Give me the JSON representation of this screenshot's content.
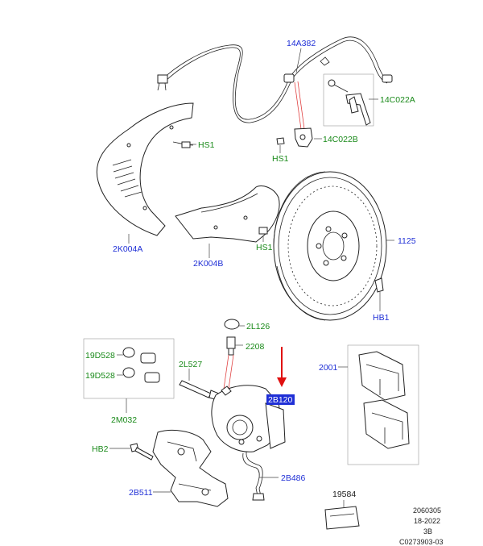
{
  "callouts": {
    "sensor_harness": "14A382",
    "bracket_a": "14C022A",
    "bracket_b": "14C022B",
    "hs1_shield": "HS1",
    "hs1_bracket": "HS1",
    "hs1_small_shield": "HS1",
    "shield_large": "2K004A",
    "shield_small": "2K004B",
    "disc": "1125",
    "hb1": "HB1",
    "bleed_cap": "2L126",
    "bleed_screw": "2208",
    "guide_pin": "2L527",
    "boot_1": "19D528",
    "boot_2": "19D528",
    "seal_kit": "2M032",
    "caliper": "2B120",
    "pads": "2001",
    "hb2": "HB2",
    "carrier": "2B511",
    "pipe": "2B486",
    "sachet": "19584"
  },
  "reference": {
    "line1": "2060305",
    "line2": "18-2022",
    "line3": "3B",
    "line4": "C0273903-03"
  },
  "colors": {
    "part_number": "#1f2fd6",
    "fastener": "#1a8a1a",
    "highlight_box": "#1f2fd6",
    "indicator_arrow": "#e01010"
  }
}
